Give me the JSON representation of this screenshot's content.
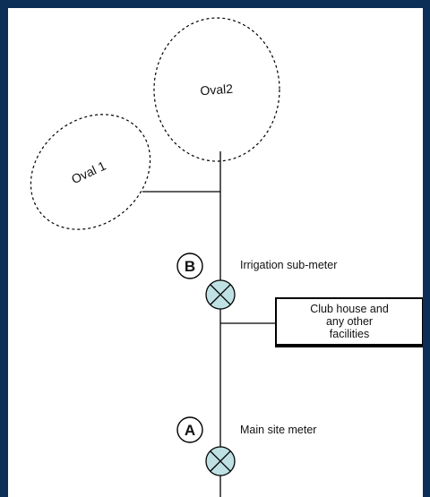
{
  "diagram": {
    "ovals": [
      {
        "id": "oval-1",
        "label": "Oval 1"
      },
      {
        "id": "oval-2",
        "label": "Oval2"
      }
    ],
    "meters": [
      {
        "id": "meter-b",
        "letter": "B",
        "label": "Irrigation sub-meter"
      },
      {
        "id": "meter-a",
        "letter": "A",
        "label": "Main site meter"
      }
    ],
    "facilities_box": {
      "lines": [
        "Club house and",
        "any other",
        "facilities"
      ]
    }
  },
  "colors": {
    "frame": "#0b2f57",
    "meter_fill": "#bfe1e3",
    "line": "#000000"
  }
}
